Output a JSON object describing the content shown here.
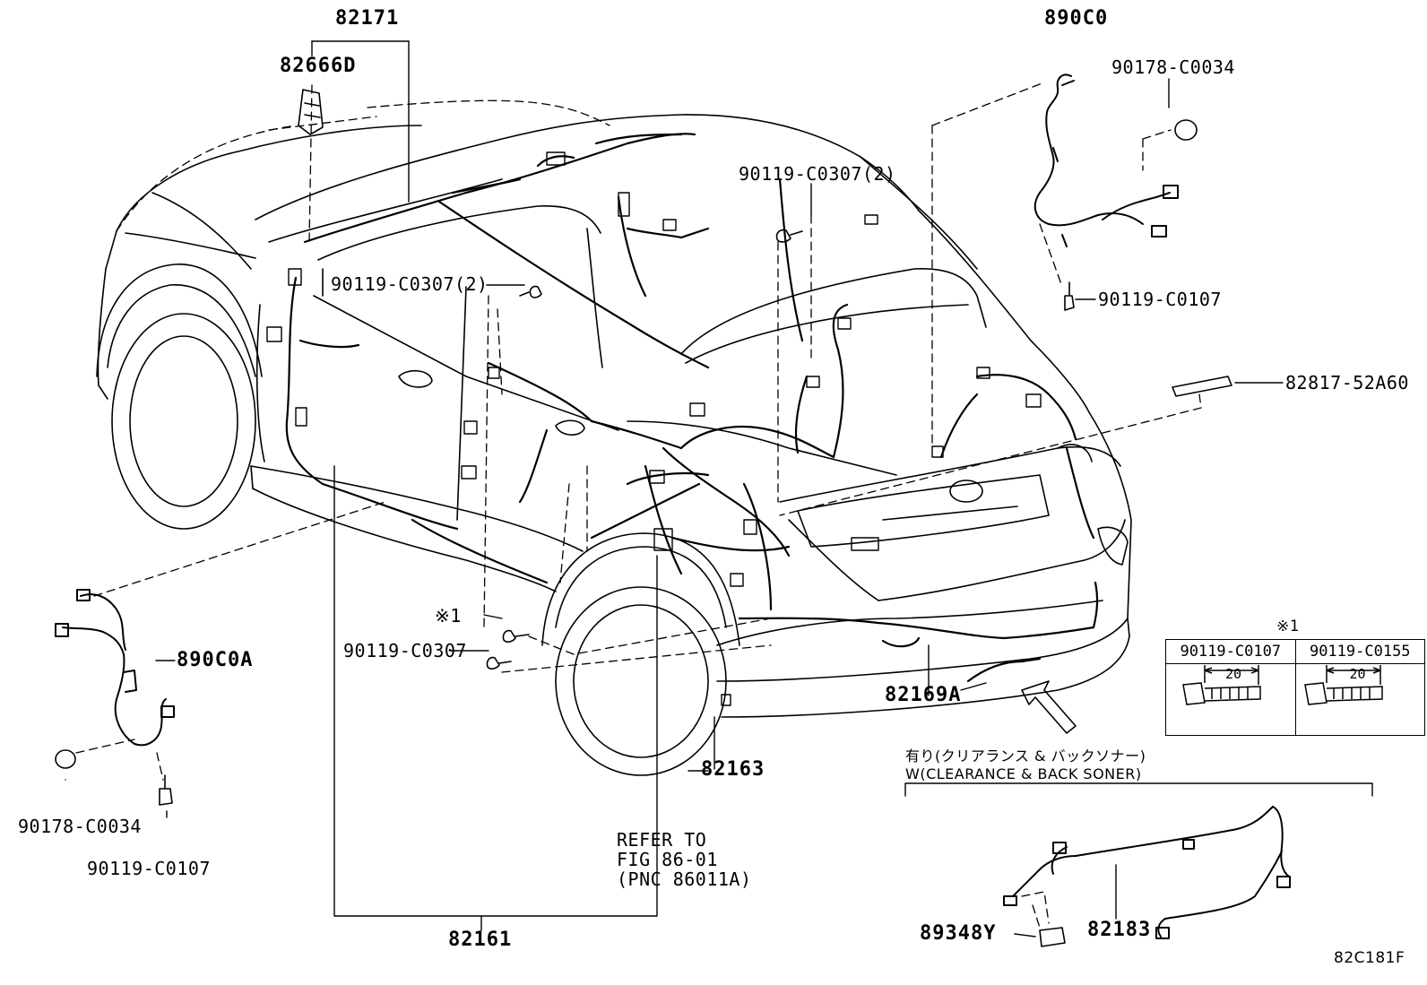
{
  "diagram_id": "82C181F",
  "parts": {
    "p82171": "82171",
    "p82666D": "82666D",
    "p890C0": "890C0",
    "p90178_top": "90178-C0034",
    "p90119_0307_2a": "90119-C0307(2)",
    "p90119_0307_2b": "90119-C0307(2)",
    "p90119_0107_top": "90119-C0107",
    "p82817": "82817-52A60",
    "p890C0A": "890C0A",
    "p90178_left": "90178-C0034",
    "p90119_0107_left": "90119-C0107",
    "note_mark_1": "※1",
    "p90119_0307": "90119-C0307",
    "p82169A": "82169A",
    "p82163": "82163",
    "p82161": "82161",
    "p82183": "82183",
    "p89348Y": "89348Y"
  },
  "refer": {
    "line1": "REFER TO",
    "line2": "FIG 86-01",
    "line3": "(PNC 86011A)"
  },
  "option_note": {
    "jp": "有り(クリアランス & バックソナー)",
    "en": "W(CLEARANCE & BACK SONER)"
  },
  "spec_table": {
    "mark": "※1",
    "col1": "90119-C0107",
    "col2": "90119-C0155",
    "len1": "20",
    "len2": "20"
  }
}
